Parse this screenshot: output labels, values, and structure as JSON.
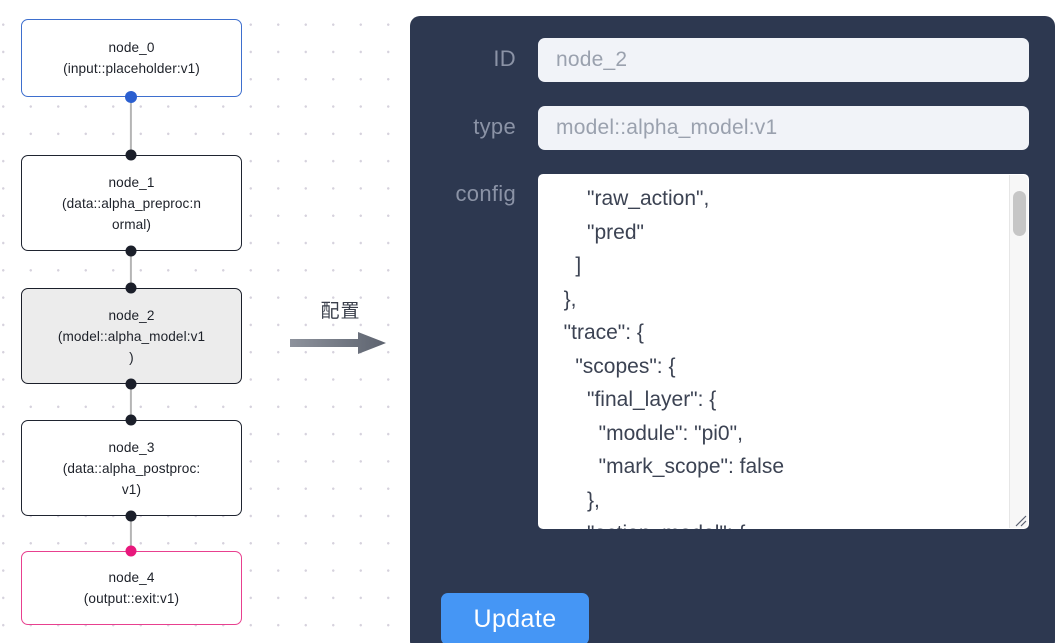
{
  "graph": {
    "nodes": [
      {
        "id": "node_0",
        "label": "node_0",
        "type_label": "(input::placeholder:v1)",
        "selected": false,
        "accent": "#3e6fce"
      },
      {
        "id": "node_1",
        "label": "node_1",
        "type_label": "(data::alpha_preproc:n",
        "type_label2": "ormal)",
        "selected": false,
        "accent": "#1f2430"
      },
      {
        "id": "node_2",
        "label": "node_2",
        "type_label": "(model::alpha_model:v1",
        "type_label2": ")",
        "selected": true,
        "accent": "#1b1f2a"
      },
      {
        "id": "node_3",
        "label": "node_3",
        "type_label": "(data::alpha_postproc:",
        "type_label2": "v1)",
        "selected": false,
        "accent": "#1f2430"
      },
      {
        "id": "node_4",
        "label": "node_4",
        "type_label": "(output::exit:v1)",
        "selected": false,
        "accent": "#e8408f"
      }
    ]
  },
  "transition": {
    "label": "配置",
    "arrow_color": "#6e7480"
  },
  "panel": {
    "id_label": "ID",
    "id_value": "node_2",
    "type_label": "type",
    "type_value": "model::alpha_model:v1",
    "config_label": "config",
    "config_value": "      \"raw_action\",\n      \"pred\"\n    ]\n  },\n  \"trace\": {\n    \"scopes\": {\n      \"final_layer\": {\n        \"module\": \"pi0\",\n        \"mark_scope\": false\n      },\n      \"action_model\": {",
    "update_label": "Update",
    "panel_color": "#2d3850",
    "input_bg": "#f1f3f8",
    "button_color": "#4596f5"
  }
}
